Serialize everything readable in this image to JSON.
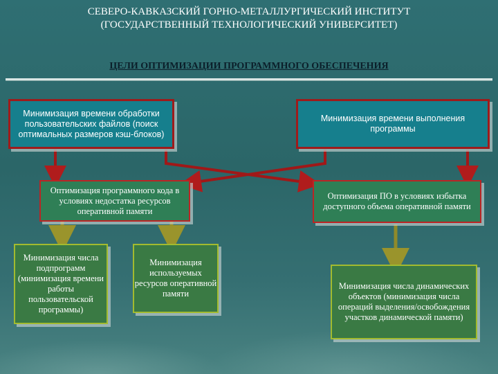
{
  "header": {
    "line1": "СЕВЕРО-КАВКАЗСКИЙ ГОРНО-МЕТАЛЛУРГИЧЕСКИЙ ИНСТИТУТ",
    "line2": "(ГОСУДАРСТВЕННЫЙ ТЕХНОЛОГИЧЕСКИЙ УНИВЕРСИТЕТ)"
  },
  "title": "ЦЕЛИ ОПТИМИЗАЦИИ ПРОГРАММНОГО ОБЕСПЕЧЕНИЯ",
  "nodes": {
    "top_left": "Минимизация времени обработки пользовательских файлов (поиск оптимальных размеров кэш-блоков)",
    "top_right": "Минимизация времени выполнения программы",
    "mid_left": "Оптимизация программного кода в условиях недостатка ресурсов оперативной памяти",
    "mid_right": "Оптимизация ПО в условиях избытка доступного объема оперативной памяти",
    "bottom_1": "Минимизация числа подпрограмм (минимизация времени работы пользовательской программы)",
    "bottom_2": "Минимизация используемых ресурсов оперативной памяти",
    "bottom_3": "Минимизация числа динамических объектов (минимизация числа операций выделения/освобождения участков динамической памяти)"
  },
  "colors": {
    "background": "#2f6f73",
    "teal_box": "#167f8d",
    "green_box": "#2f7f56",
    "olive_box": "#3a7a44",
    "red_arrow": "#a01818",
    "olive_arrow": "#8f8a2a"
  }
}
